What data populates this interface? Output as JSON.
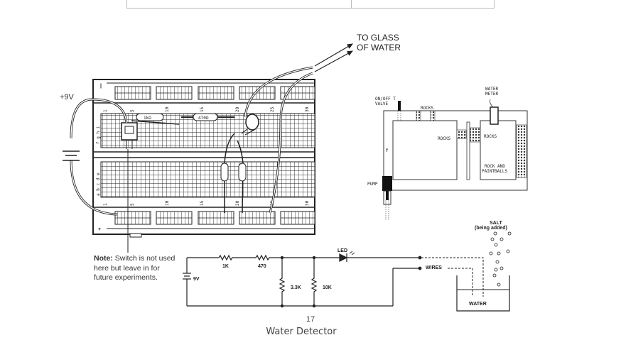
{
  "document": {
    "page_number": "17",
    "caption": "Water Detector"
  },
  "breadboard_figure": {
    "supply_label": "+9V",
    "output_label_line1": "TO GLASS",
    "output_label_line2": "OF WATER",
    "note_bold": "Note:",
    "note_text": "Switch is not used here but leave in for future experiments.",
    "resistor_labels": [
      "1kΩ",
      "470Ω"
    ],
    "row_labels_top": "f g h i",
    "row_labels_bottom": "a b c d e",
    "column_numbers": [
      "1",
      "5",
      "10",
      "15",
      "20",
      "25",
      "30"
    ]
  },
  "tank_figure": {
    "valve_label_line1": "ON/OFF T",
    "valve_label_line2": "VALVE",
    "rocks_top_label": "ROCKS",
    "rocks_left_label": "ROCKS",
    "rocks_right_label": "ROCKS",
    "water_meter_line1": "WATER",
    "water_meter_line2": "METER",
    "rock_paintballs_line1": "ROCK AND",
    "rock_paintballs_line2": "PAINTBALLS",
    "pump_label": "PUMP"
  },
  "schematic": {
    "battery_label": "9V",
    "r1_label": "1K",
    "r2_label": "470",
    "r3_label": "3.3K",
    "r4_label": "10K",
    "led_label": "LED",
    "wires_label": "WIRES",
    "salt_line1": "SALT",
    "salt_line2": "(being added)",
    "water_label": "WATER"
  }
}
